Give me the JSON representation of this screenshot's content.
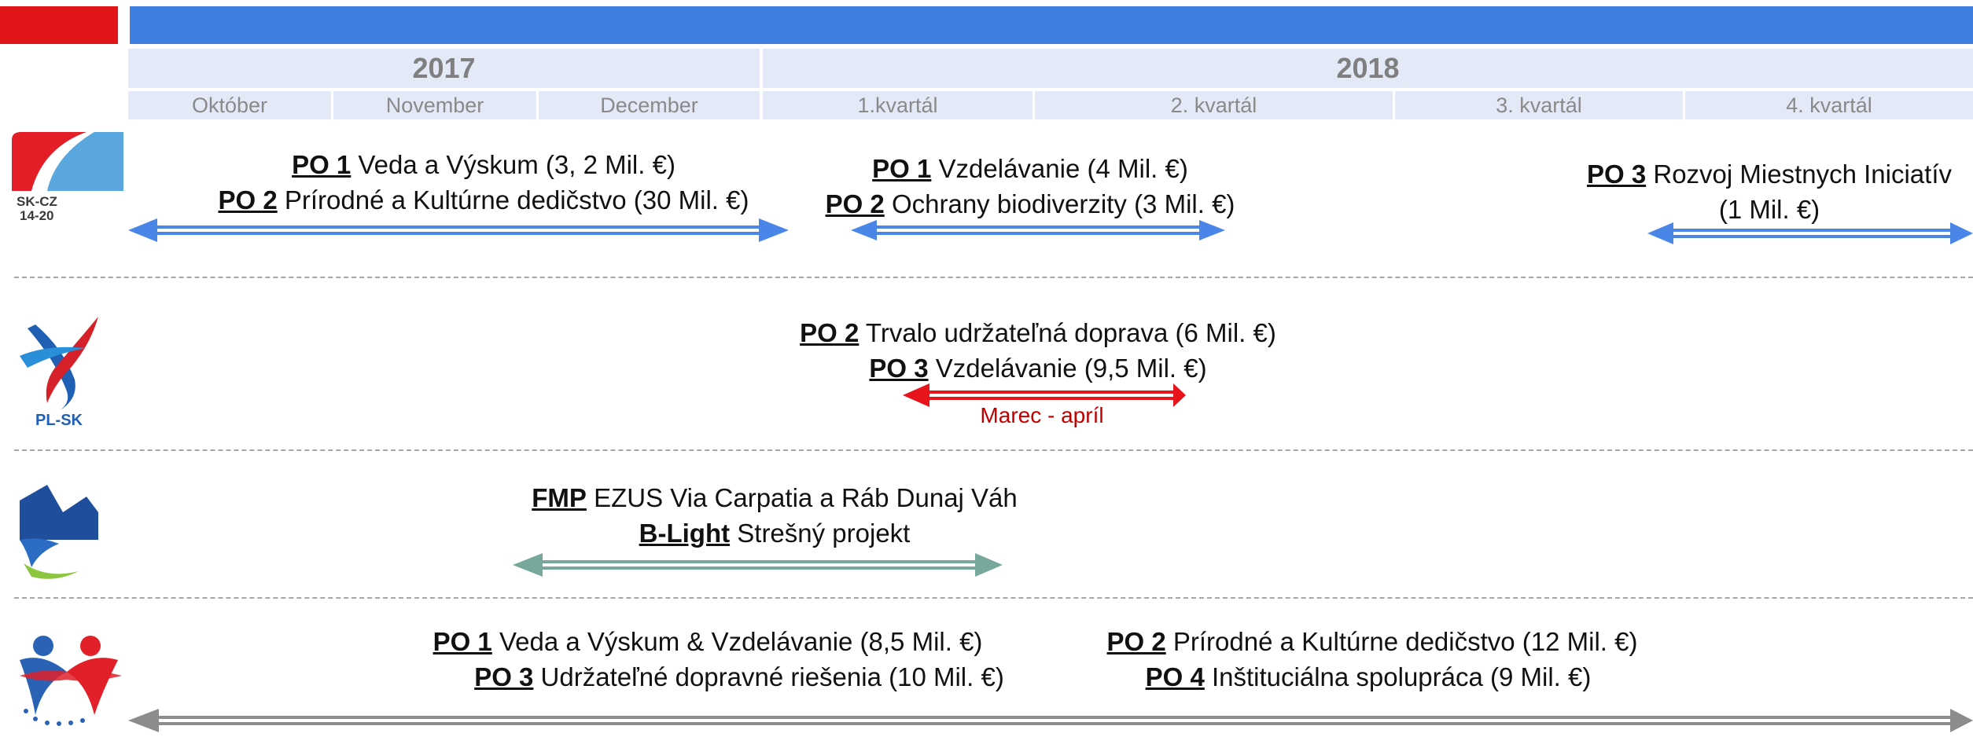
{
  "header": {
    "years": [
      "2017",
      "2018"
    ],
    "periods": [
      "Október",
      "November",
      "December",
      "1.kvartál",
      "2. kvartál",
      "3. kvartál",
      "4. kvartál"
    ]
  },
  "programs": [
    {
      "logo_text": "SK-CZ\n14-20",
      "items": [
        {
          "po": "PO 1",
          "text": " Veda a Výskum (3, 2 Mil. €)"
        },
        {
          "po": "PO 2",
          "text": " Prírodné a Kultúrne dedičstvo (30 Mil. €)"
        },
        {
          "po": "PO 1",
          "text": " Vzdelávanie (4 Mil. €)"
        },
        {
          "po": "PO 2",
          "text": " Ochrany biodiverzity (3 Mil. €)"
        },
        {
          "po": "PO 3",
          "text": " Rozvoj Miestnych Iniciatív"
        },
        {
          "text": "(1 Mil. €)"
        }
      ]
    },
    {
      "logo_text": "PL-SK",
      "items": [
        {
          "po": "PO 2",
          "text": " Trvalo udržateľná doprava (6 Mil. €)"
        },
        {
          "po": "PO 3",
          "text": " Vzdelávanie (9,5 Mil. €)"
        }
      ],
      "note": "Marec - apríl"
    },
    {
      "items": [
        {
          "po": "FMP",
          "text": " EZUS Via Carpatia a Ráb Dunaj Váh"
        },
        {
          "po": "B-Light",
          "text": " Strešný projekt"
        }
      ]
    },
    {
      "items": [
        {
          "po": "PO 1",
          "text": " Veda a Výskum & Vzdelávanie (8,5 Mil. €)"
        },
        {
          "po": "PO 3",
          "text": " Udržateľné dopravné riešenia (10 Mil. €)"
        },
        {
          "po": "PO 2",
          "text": " Prírodné a Kultúrne dedičstvo (12 Mil. €)"
        },
        {
          "po": "PO 4",
          "text": "  Inštituciálna spolupráca (9 Mil. €)"
        }
      ]
    }
  ],
  "colors": {
    "red": "#e0151a",
    "blue_band": "#3f7fe0",
    "header_bg": "#e4e9f7",
    "arrow_blue": "#4a86e8",
    "arrow_red": "#e8141b",
    "arrow_teal": "#78a79b",
    "arrow_gray": "#8c8c8c"
  }
}
